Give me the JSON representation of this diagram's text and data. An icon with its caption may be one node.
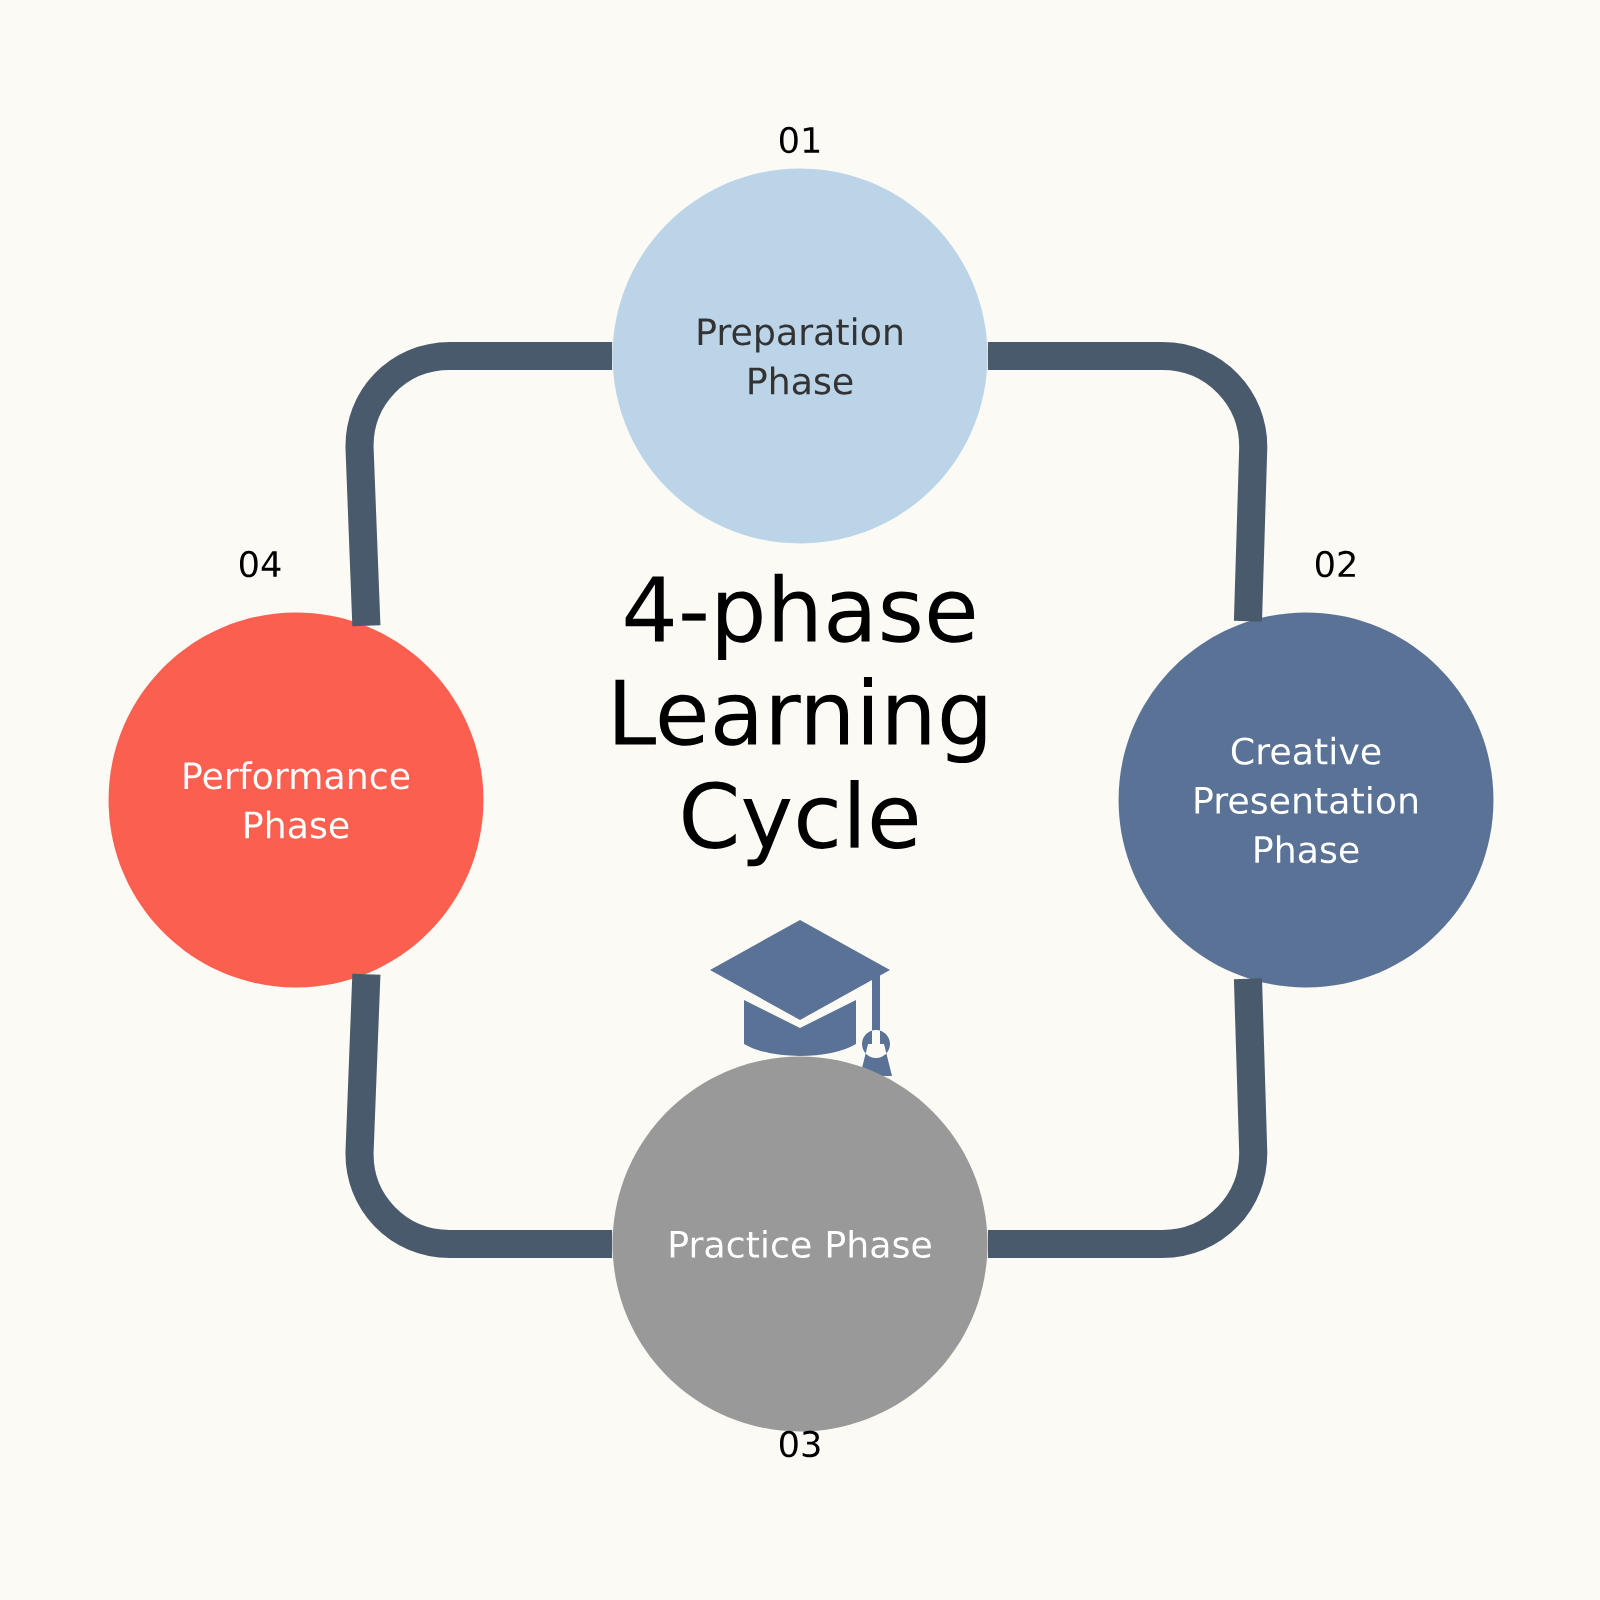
{
  "diagram": {
    "title": "4-phase Learning Cycle",
    "nodes": [
      {
        "text": [
          "Preparation Phase"
        ],
        "beside": [
          "01"
        ]
      },
      {
        "text": [
          "Creative Presentation Phase"
        ],
        "beside": [
          "02"
        ]
      },
      {
        "text": [
          "Practice Phase"
        ],
        "beside": [
          "03"
        ]
      },
      {
        "text": [
          "Performance Phase"
        ],
        "beside": [
          "04"
        ]
      }
    ],
    "edges": [
      {
        "from": 0,
        "to": 1,
        "arrow": "none"
      },
      {
        "from": 1,
        "to": 2,
        "arrow": "none"
      },
      {
        "from": 2,
        "to": 3,
        "arrow": "none"
      },
      {
        "from": 3,
        "to": 0,
        "arrow": "none"
      }
    ]
  }
}
